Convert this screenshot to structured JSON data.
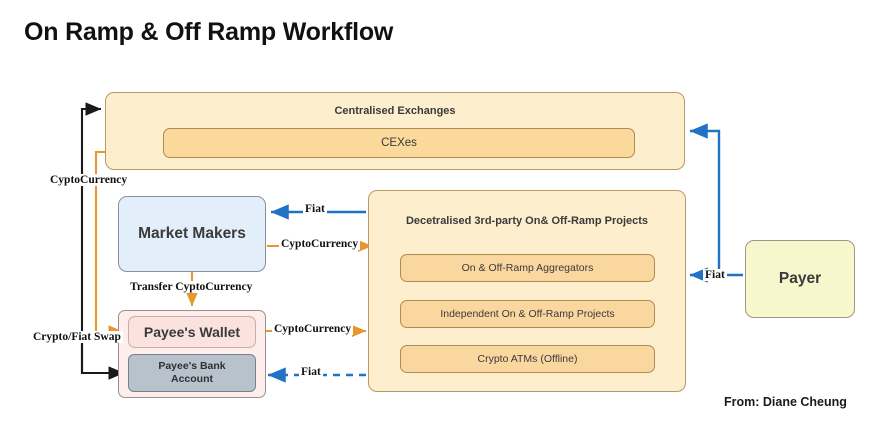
{
  "title": "On Ramp & Off Ramp Workflow",
  "credit": "From:  Diane Cheung",
  "colors": {
    "orange_flow": "#e8972e",
    "blue_flow": "#1f72c4",
    "black_flow": "#1a1a1a",
    "group_fill": "#fdeecd",
    "group_stroke": "#b9996a",
    "market_makers_fill": "#e2effa",
    "payee_group_fill": "#fdeeeb",
    "payee_wallet_fill": "#fae3de",
    "payee_bank_fill": "#b8c2cc",
    "payer_fill": "#f7f7cd"
  },
  "nodes": {
    "cex_group": {
      "title": "Centralised Exchanges",
      "item": "CEXes"
    },
    "market_makers": {
      "label": "Market Makers"
    },
    "payee_group": {
      "wallet": "Payee's Wallet",
      "bank_line1": "Payee's Bank",
      "bank_line2": "Account"
    },
    "decentralised_group": {
      "title": "Decetralised 3rd-party On& Off-Ramp Projects",
      "items": [
        "On & Off-Ramp Aggregators",
        "Independent On & Off-Ramp Projects",
        "Crypto ATMs (Offline)"
      ]
    },
    "payer": {
      "label": "Payer"
    }
  },
  "edges": [
    {
      "id": "crypto-left",
      "label": "CyptoCurrency",
      "color": "#1a1a1a",
      "style": "solid",
      "from": "payee-bank-account",
      "to": "centralised-exchanges"
    },
    {
      "id": "crypto-fiat",
      "label": "Crypto/Fiat Swap",
      "color": "#1a1a1a",
      "style": "solid",
      "from": "left-rail",
      "to": "payee-bank-account"
    },
    {
      "id": "cex-to-wallet",
      "label": "",
      "color": "#e8972e",
      "style": "solid",
      "from": "centralised-exchanges",
      "to": "payees-wallet"
    },
    {
      "id": "transfer",
      "label": "Transfer CyptoCurrency",
      "color": "#e8972e",
      "style": "solid",
      "from": "market-makers",
      "to": "payee-group"
    },
    {
      "id": "fiat-mm",
      "label": "Fiat",
      "color": "#1f72c4",
      "style": "solid",
      "from": "decentralised-group",
      "to": "market-makers"
    },
    {
      "id": "crypto-mm",
      "label": "CyptoCurrency",
      "color": "#e8972e",
      "style": "solid",
      "from": "market-makers",
      "to": "decentralised-group"
    },
    {
      "id": "crypto-wallet",
      "label": "CyptoCurrency",
      "color": "#e8972e",
      "style": "solid",
      "from": "payees-wallet",
      "to": "decentralised-group"
    },
    {
      "id": "fiat-bank",
      "label": "Fiat",
      "color": "#1f72c4",
      "style": "dashed",
      "from": "decentralised-group",
      "to": "payee-bank-account"
    },
    {
      "id": "fiat-payer",
      "label": "Fiat",
      "color": "#1f72c4",
      "style": "solid",
      "from": "payer",
      "to": "decentralised-group"
    },
    {
      "id": "payer-to-cex",
      "label": "",
      "color": "#1f72c4",
      "style": "solid",
      "from": "payer",
      "to": "centralised-exchanges"
    }
  ]
}
